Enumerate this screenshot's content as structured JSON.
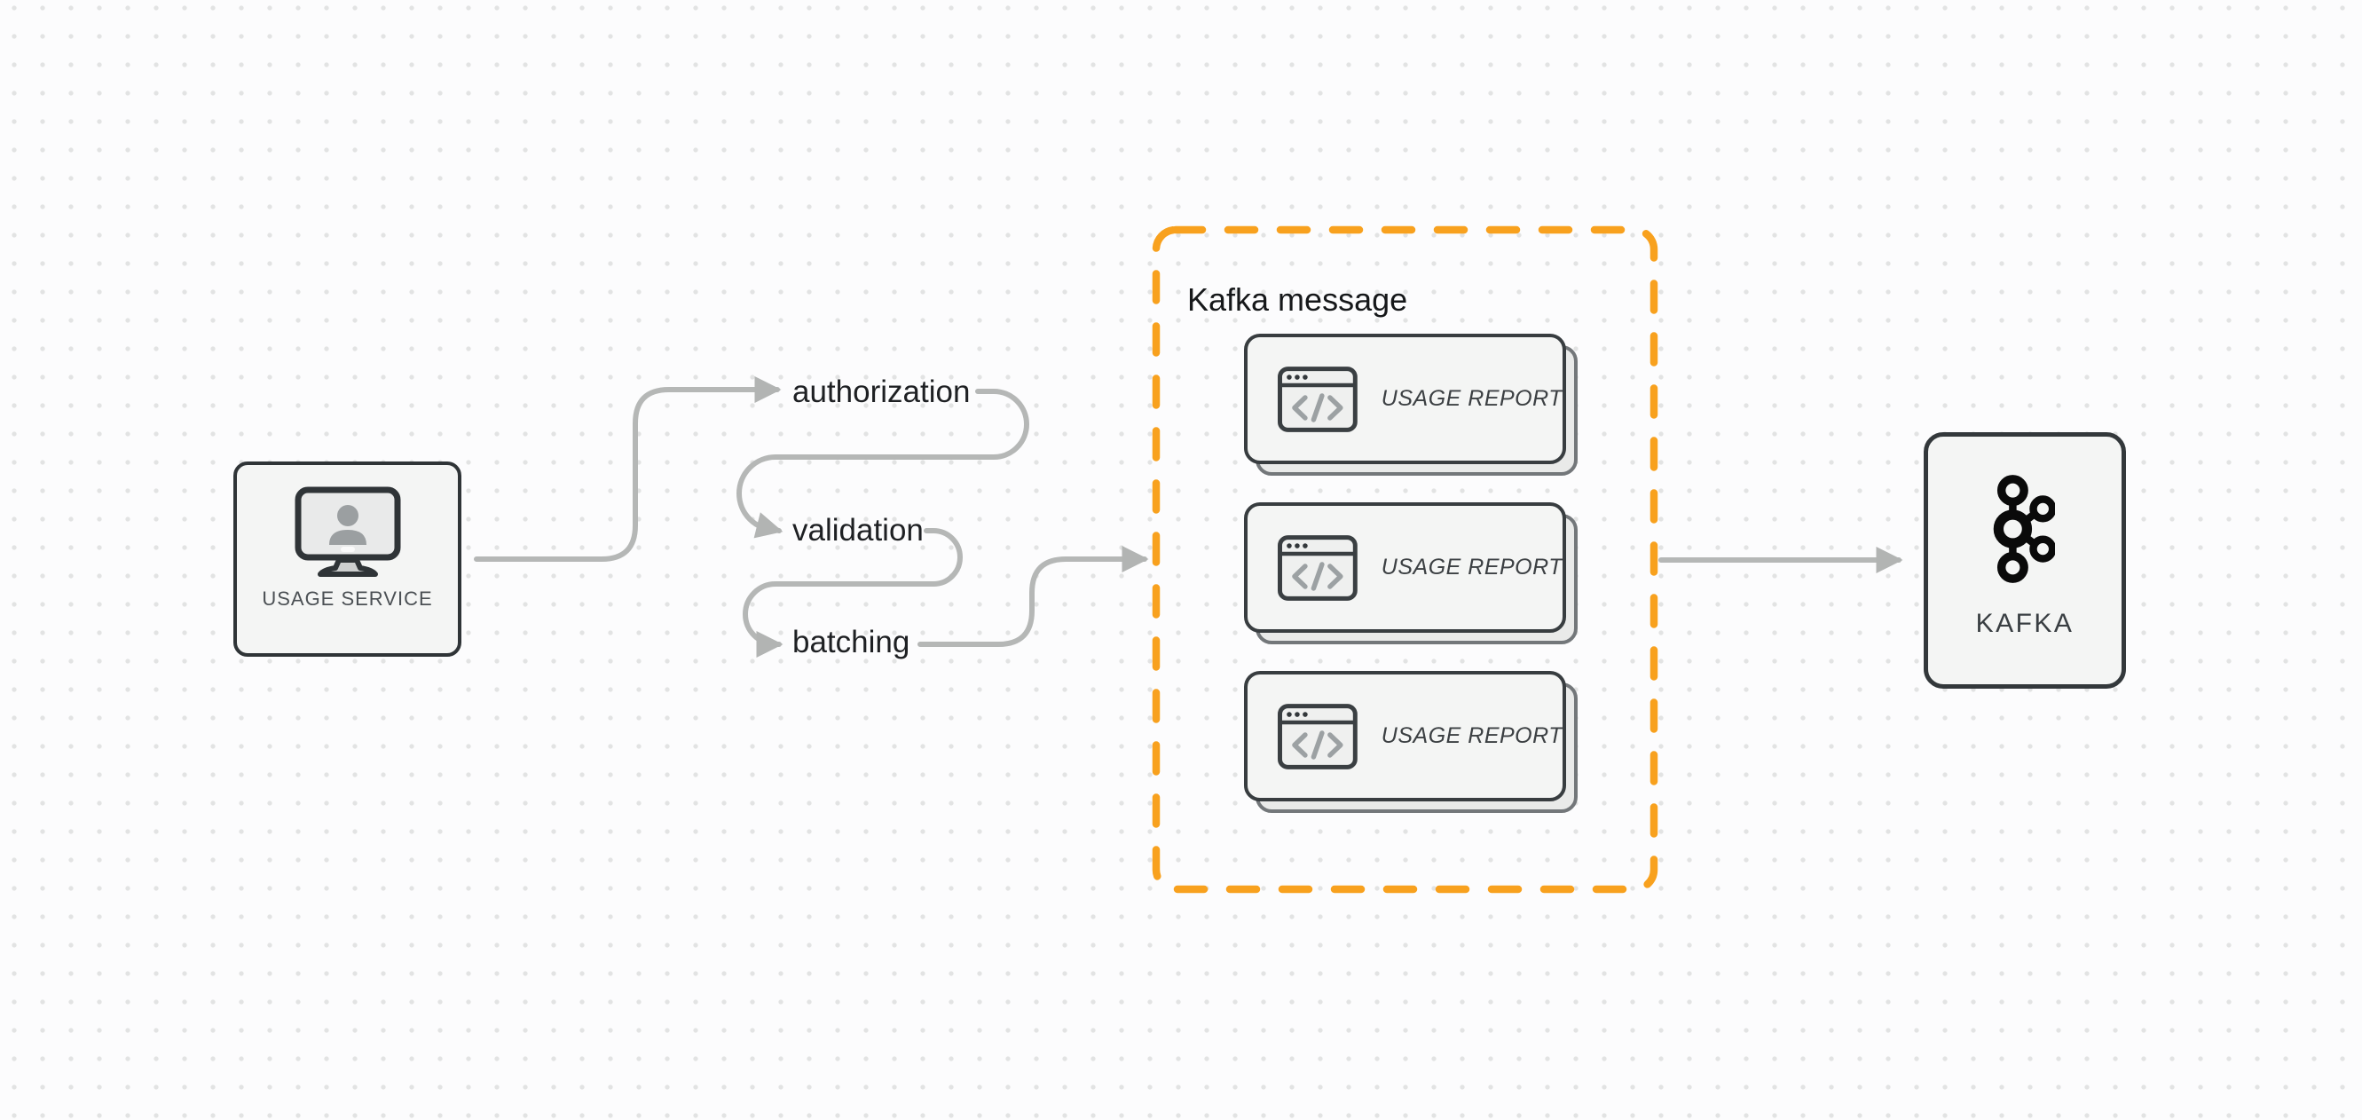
{
  "nodes": {
    "usage_service": {
      "label": "USAGE SERVICE",
      "icon": "monitor-user-icon"
    },
    "kafka": {
      "label": "KAFKA",
      "icon": "kafka-logo-icon"
    }
  },
  "steps": [
    {
      "label": "authorization"
    },
    {
      "label": "validation"
    },
    {
      "label": "batching"
    }
  ],
  "kafka_message_group": {
    "title": "Kafka message",
    "cards": [
      {
        "label": "USAGE REPORT",
        "icon": "code-window-icon"
      },
      {
        "label": "USAGE REPORT",
        "icon": "code-window-icon"
      },
      {
        "label": "USAGE REPORT",
        "icon": "code-window-icon"
      }
    ]
  },
  "colors": {
    "accent_orange": "#f8a11e",
    "arrow_gray": "#b5b7b6",
    "node_border_dark": "#2f3437",
    "node_fill": "#f4f5f4",
    "label_dark": "#1e2023",
    "muted_label": "#4b5054",
    "icon_gray": "#9ca1a3",
    "background": "#fcfcfd",
    "dot_grid": "#e2e3e3"
  }
}
